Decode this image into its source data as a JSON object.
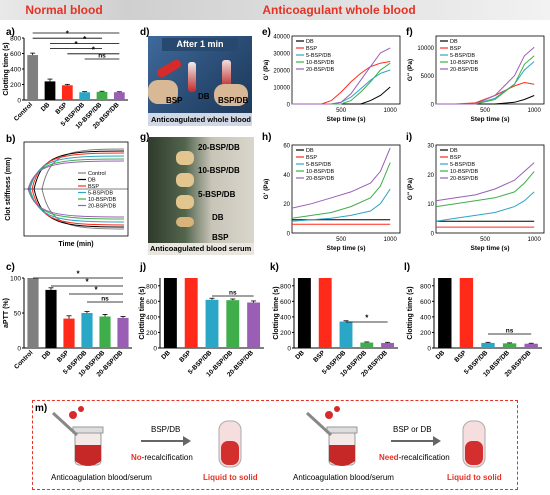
{
  "headers": {
    "left": "Normal blood",
    "right": "Anticoagulant whole blood"
  },
  "panel_labels": {
    "a": "a)",
    "b": "b)",
    "c": "c)",
    "d": "d)",
    "e": "e)",
    "f": "f)",
    "g": "g)",
    "h": "h)",
    "i": "i)",
    "j": "j)",
    "k": "k)",
    "l": "l)",
    "m": "m)"
  },
  "photo_d": {
    "banner": "After 1 min",
    "label_left": "BSP",
    "label_mid": "DB",
    "label_right": "BSP/DB",
    "caption": "Anticoagulated whole blood"
  },
  "photo_g": {
    "labels": [
      "20-BSP/DB",
      "10-BSP/DB",
      "5-BSP/DB",
      "DB",
      "BSP"
    ],
    "caption": "Anticoagulated blood serum"
  },
  "panel_m": {
    "left_caption": "Anticoagulation blood/serum",
    "left_arrow": "BSP/DB",
    "left_no": "No",
    "left_recal": "-recalcification",
    "left_result": "Liquid to solid",
    "right_caption": "Anticoagulation blood/serum",
    "right_arrow": "BSP or DB",
    "right_need": "Need",
    "right_recal": "-recalcification",
    "right_result": "Liquid to solid"
  },
  "colors": {
    "Control": "#7f7f7f",
    "DB": "#000000",
    "BSP": "#ff2a1a",
    "5-BSP/DB": "#2aa6c6",
    "10-BSP/DB": "#3fae4a",
    "20-BSP/DB": "#9a5fb5",
    "accent": "#e53224"
  },
  "chart_data": [
    {
      "id": "a",
      "type": "bar",
      "ylabel": "Clotting time (s)",
      "ylim": [
        0,
        800
      ],
      "yticks": [
        0,
        200,
        400,
        600,
        800
      ],
      "categories": [
        "Control",
        "DB",
        "BSP",
        "5-BSP/DB",
        "10-BSP/DB",
        "20-BSP/DB"
      ],
      "values": [
        580,
        240,
        190,
        100,
        105,
        100
      ],
      "errors": [
        25,
        30,
        12,
        8,
        8,
        6
      ],
      "annotations": [
        {
          "from": 0,
          "to": 5,
          "text": "*"
        },
        {
          "from": 0,
          "to": 4,
          "text": "*"
        },
        {
          "from": 1,
          "to": 5,
          "text": "*"
        },
        {
          "from": 1,
          "to": 4,
          "text": "*"
        },
        {
          "from": 2,
          "to": 5,
          "text": "*"
        },
        {
          "from": 3,
          "to": 5,
          "text": "ns"
        }
      ]
    },
    {
      "id": "b",
      "type": "line",
      "xlabel": "Time (min)",
      "ylabel": "Clot stiffness (mm)",
      "legend": [
        "Control",
        "DB",
        "BSP",
        "5-BSP/DB",
        "10-BSP/DB",
        "20-BSP/DB"
      ]
    },
    {
      "id": "c",
      "type": "bar",
      "ylabel": "aPTT (%)",
      "ylim": [
        0,
        100
      ],
      "yticks": [
        0,
        50,
        100
      ],
      "categories": [
        "Control",
        "DB",
        "BSP",
        "5-BSP/DB",
        "10-BSP/DB",
        "20-BSP/DB"
      ],
      "values": [
        100,
        83,
        42,
        50,
        45,
        43
      ],
      "errors": [
        0,
        3,
        4,
        2,
        3,
        2
      ],
      "annotations": [
        {
          "from": 0,
          "to": 5,
          "text": "*"
        },
        {
          "from": 1,
          "to": 5,
          "text": "*"
        },
        {
          "from": 2,
          "to": 5,
          "text": "*"
        },
        {
          "from": 3,
          "to": 5,
          "text": "ns"
        }
      ]
    },
    {
      "id": "e",
      "type": "line",
      "xlabel": "Step time   (s)",
      "ylabel": "G' (Pa)",
      "ylim": [
        0,
        40000
      ],
      "yticks": [
        0,
        10000,
        20000,
        30000,
        40000
      ],
      "xlim": [
        0,
        1100
      ],
      "xticks": [
        500,
        1000
      ],
      "series": [
        {
          "name": "DB",
          "x": [
            0,
            100,
            200,
            300,
            400,
            500,
            600,
            700,
            800,
            900,
            1000
          ],
          "y": [
            0,
            0,
            0,
            0,
            0,
            0,
            0,
            0,
            2000,
            5000,
            10000
          ]
        },
        {
          "name": "BSP",
          "x": [
            0,
            100,
            200,
            300,
            400,
            500,
            600,
            700,
            800,
            900,
            1000
          ],
          "y": [
            0,
            0,
            0,
            0,
            2000,
            7000,
            13000,
            18000,
            22000,
            24000,
            25000
          ]
        },
        {
          "name": "5-BSP/DB",
          "x": [
            0,
            100,
            200,
            300,
            400,
            500,
            600,
            700,
            800,
            900,
            1000
          ],
          "y": [
            0,
            0,
            0,
            0,
            0,
            1000,
            4000,
            9000,
            14000,
            18000,
            20000
          ]
        },
        {
          "name": "10-BSP/DB",
          "x": [
            0,
            100,
            200,
            300,
            400,
            500,
            600,
            700,
            800,
            900,
            1000
          ],
          "y": [
            0,
            0,
            0,
            0,
            0,
            0,
            2000,
            7000,
            13000,
            20000,
            24000
          ]
        },
        {
          "name": "20-BSP/DB",
          "x": [
            0,
            100,
            200,
            300,
            400,
            500,
            600,
            700,
            800,
            900,
            1000
          ],
          "y": [
            0,
            0,
            0,
            0,
            0,
            1000,
            6000,
            14000,
            22000,
            30000,
            33000
          ]
        }
      ]
    },
    {
      "id": "f",
      "type": "line",
      "xlabel": "Step time   (s)",
      "ylabel": "G'' (Pa)",
      "ylim": [
        0,
        12000
      ],
      "yticks": [
        0,
        5000,
        10000
      ],
      "xlim": [
        0,
        1100
      ],
      "xticks": [
        500,
        1000
      ],
      "series": [
        {
          "name": "DB",
          "x": [
            0,
            200,
            400,
            600,
            800,
            900,
            1000
          ],
          "y": [
            0,
            0,
            0,
            0,
            300,
            800,
            1500
          ]
        },
        {
          "name": "BSP",
          "x": [
            0,
            200,
            400,
            600,
            800,
            900,
            1000
          ],
          "y": [
            0,
            0,
            200,
            1500,
            3200,
            3800,
            3500
          ]
        },
        {
          "name": "5-BSP/DB",
          "x": [
            0,
            200,
            400,
            600,
            800,
            900,
            1000
          ],
          "y": [
            0,
            0,
            0,
            1000,
            3500,
            6000,
            7500
          ]
        },
        {
          "name": "10-BSP/DB",
          "x": [
            0,
            200,
            400,
            600,
            800,
            900,
            1000
          ],
          "y": [
            0,
            0,
            0,
            800,
            3500,
            7000,
            8500
          ]
        },
        {
          "name": "20-BSP/DB",
          "x": [
            0,
            200,
            400,
            600,
            800,
            900,
            1000
          ],
          "y": [
            0,
            0,
            0,
            1500,
            5000,
            8500,
            10000
          ]
        }
      ]
    },
    {
      "id": "h",
      "type": "line",
      "xlabel": "Step time   (s)",
      "ylabel": "G' (Pa)",
      "ylim": [
        0,
        60
      ],
      "yticks": [
        0,
        20,
        40,
        60
      ],
      "xlim": [
        0,
        1100
      ],
      "xticks": [
        500,
        1000
      ],
      "series": [
        {
          "name": "DB",
          "x": [
            0,
            1000
          ],
          "y": [
            9,
            9
          ]
        },
        {
          "name": "BSP",
          "x": [
            0,
            1000
          ],
          "y": [
            6,
            6
          ]
        },
        {
          "name": "5-BSP/DB",
          "x": [
            0,
            200,
            400,
            600,
            800,
            900,
            1000
          ],
          "y": [
            8,
            9,
            10,
            12,
            15,
            20,
            30
          ]
        },
        {
          "name": "10-BSP/DB",
          "x": [
            0,
            200,
            400,
            600,
            800,
            900,
            1000
          ],
          "y": [
            10,
            12,
            14,
            18,
            24,
            32,
            48
          ]
        },
        {
          "name": "20-BSP/DB",
          "x": [
            0,
            200,
            400,
            600,
            800,
            900,
            1000
          ],
          "y": [
            17,
            20,
            24,
            28,
            34,
            42,
            58
          ]
        }
      ]
    },
    {
      "id": "i",
      "type": "line",
      "xlabel": "Step time   (s)",
      "ylabel": "G'' (Pa)",
      "ylim": [
        0,
        30
      ],
      "yticks": [
        0,
        10,
        20,
        30
      ],
      "xlim": [
        0,
        1100
      ],
      "xticks": [
        500,
        1000
      ],
      "series": [
        {
          "name": "DB",
          "x": [
            0,
            1000
          ],
          "y": [
            4,
            4
          ]
        },
        {
          "name": "BSP",
          "x": [
            0,
            1000
          ],
          "y": [
            2,
            2
          ]
        },
        {
          "name": "5-BSP/DB",
          "x": [
            0,
            200,
            400,
            600,
            800,
            900,
            1000
          ],
          "y": [
            4,
            5,
            6,
            7,
            9,
            11,
            14
          ]
        },
        {
          "name": "10-BSP/DB",
          "x": [
            0,
            200,
            400,
            600,
            800,
            900,
            1000
          ],
          "y": [
            9,
            10,
            11,
            12,
            14,
            17,
            21
          ]
        },
        {
          "name": "20-BSP/DB",
          "x": [
            0,
            200,
            400,
            600,
            800,
            900,
            1000
          ],
          "y": [
            11,
            12,
            13,
            15,
            18,
            21,
            24
          ]
        }
      ]
    },
    {
      "id": "j",
      "type": "bar",
      "ylabel": "Clotting time (s)",
      "ylim": [
        0,
        900
      ],
      "yticks": [
        0,
        200,
        400,
        600,
        800
      ],
      "categories": [
        "DB",
        "BSP",
        "5-BSP/DB",
        "10-BSP/DB",
        "20-BSP/DB"
      ],
      "values": [
        900,
        900,
        620,
        615,
        585
      ],
      "errors": [
        0,
        0,
        20,
        15,
        20
      ],
      "annotations": [
        {
          "from": 2,
          "to": 4,
          "text": "ns"
        }
      ]
    },
    {
      "id": "k",
      "type": "bar",
      "ylabel": "Clotting time (s)",
      "ylim": [
        0,
        900
      ],
      "yticks": [
        0,
        200,
        400,
        600,
        800
      ],
      "categories": [
        "DB",
        "BSP",
        "5-BSP/DB",
        "10-BSP/DB",
        "20-BSP/DB"
      ],
      "values": [
        900,
        900,
        340,
        70,
        65
      ],
      "errors": [
        0,
        0,
        10,
        8,
        8
      ],
      "annotations": [
        {
          "from": 2,
          "to": 4,
          "text": "*"
        }
      ]
    },
    {
      "id": "l",
      "type": "bar",
      "ylabel": "Clotting time (s)",
      "ylim": [
        0,
        900
      ],
      "yticks": [
        0,
        200,
        400,
        600,
        800
      ],
      "categories": [
        "DB",
        "BSP",
        "5-BSP/DB",
        "10-BSP/DB",
        "20-BSP/DB"
      ],
      "values": [
        900,
        900,
        65,
        60,
        55
      ],
      "errors": [
        0,
        0,
        8,
        6,
        6
      ],
      "annotations": [
        {
          "from": 2,
          "to": 4,
          "text": "ns"
        }
      ]
    }
  ]
}
